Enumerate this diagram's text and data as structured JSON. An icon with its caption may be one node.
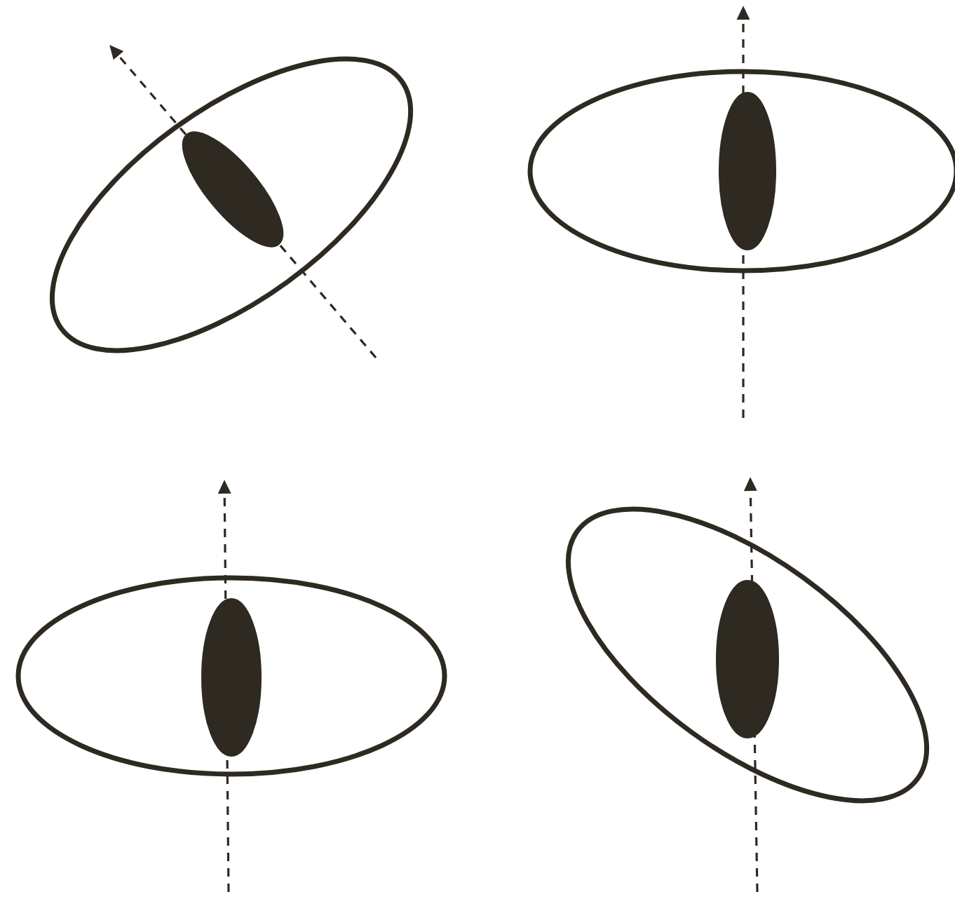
{
  "diagram": {
    "nodes": [
      {
        "text": [],
        "shape": "ellipse"
      },
      {
        "text": [],
        "shape": "ellipse",
        "in": 0
      },
      {
        "text": [],
        "shape": "ellipse"
      },
      {
        "text": [],
        "shape": "ellipse",
        "in": 2
      },
      {
        "text": [],
        "shape": "ellipse"
      },
      {
        "text": [],
        "shape": "ellipse",
        "in": 4
      },
      {
        "text": [],
        "shape": "ellipse"
      },
      {
        "text": [],
        "shape": "ellipse",
        "in": 6
      }
    ]
  }
}
